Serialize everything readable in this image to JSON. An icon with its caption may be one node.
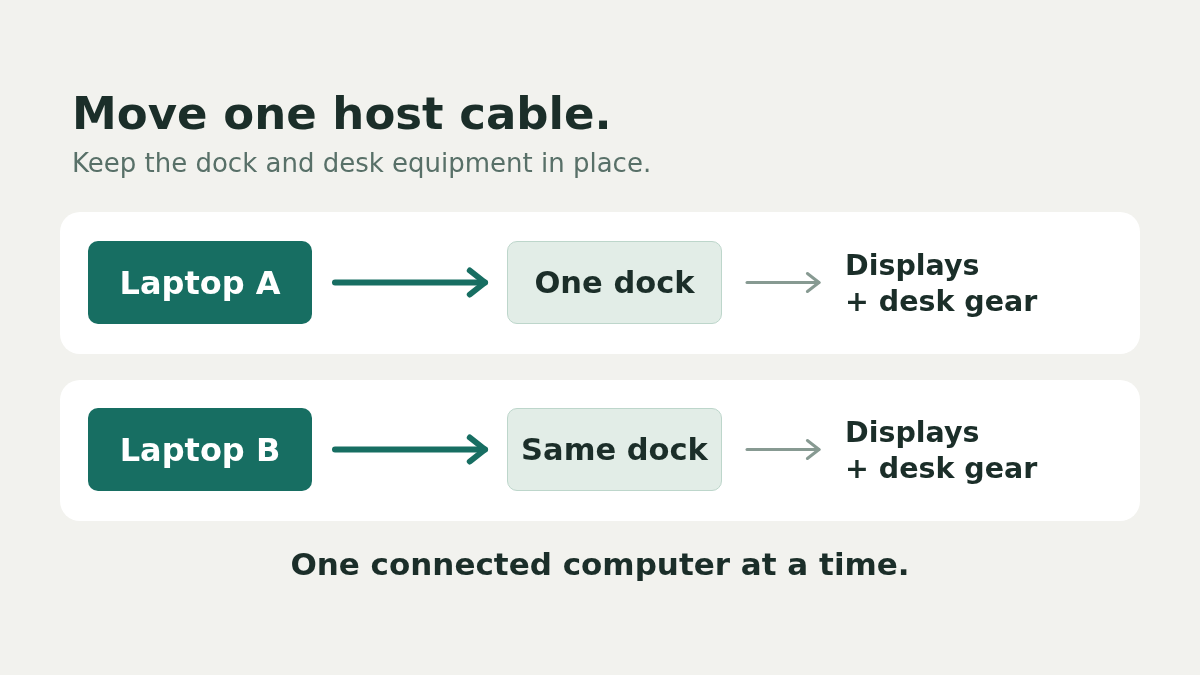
{
  "diagram": {
    "title": "Move one host cable.",
    "caption": "One connected computer at a time.",
    "nodes": [
      {
        "text": [],
        "shape": "box"
      },
      {
        "text": [
          "Laptop A"
        ],
        "in": 0
      },
      {
        "text": [
          "One dock"
        ],
        "in": 0
      },
      {
        "text": [
          "Displays + desk gear"
        ],
        "in": 0
      },
      {
        "text": [],
        "shape": "box"
      },
      {
        "text": [
          "Laptop B"
        ],
        "in": 4
      },
      {
        "text": [
          "Same dock"
        ],
        "in": 4
      },
      {
        "text": [
          "Displays + desk gear"
        ],
        "in": 4
      }
    ],
    "edges": [
      {
        "from": 1,
        "to": 2,
        "arrow": "to",
        "style": "thick",
        "color": "#176e62"
      },
      {
        "from": 2,
        "to": 3,
        "arrow": "to",
        "color": "#879a92"
      },
      {
        "from": 5,
        "to": 6,
        "arrow": "to",
        "style": "thick",
        "color": "#176e62"
      },
      {
        "from": 6,
        "to": 7,
        "arrow": "to",
        "color": "#879a92"
      }
    ],
    "labels": [
      "Keep the dock and desk equipment in place."
    ]
  }
}
